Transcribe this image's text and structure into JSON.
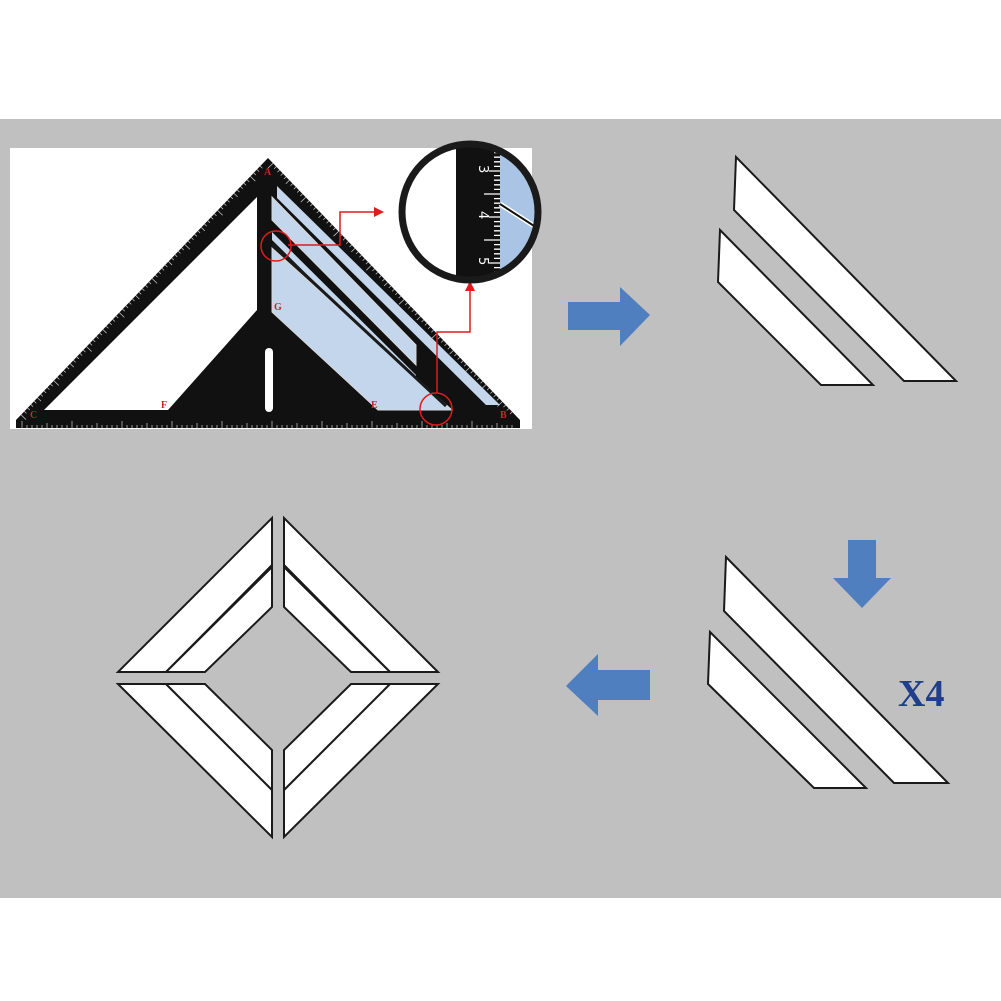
{
  "ruler": {
    "corners": [
      "A",
      "B",
      "C",
      "E",
      "F",
      "G"
    ],
    "magnifier_scale": [
      "3",
      "4",
      "5"
    ]
  },
  "multiplier": "X4",
  "colors": {
    "background": "#c0c0c0",
    "ruler_body": "#111111",
    "glass_fill": "#c3d6ec",
    "arrow_fill": "#4f7fbe",
    "highlight_red": "#e01b1b",
    "strip_fill": "#ffffff",
    "strip_stroke": "#1a1a1a",
    "multiplier_text": "#1f3f8a"
  },
  "icons": {
    "arrow_1": "arrow-right-icon",
    "arrow_2": "arrow-down-icon",
    "arrow_3": "arrow-left-icon"
  }
}
